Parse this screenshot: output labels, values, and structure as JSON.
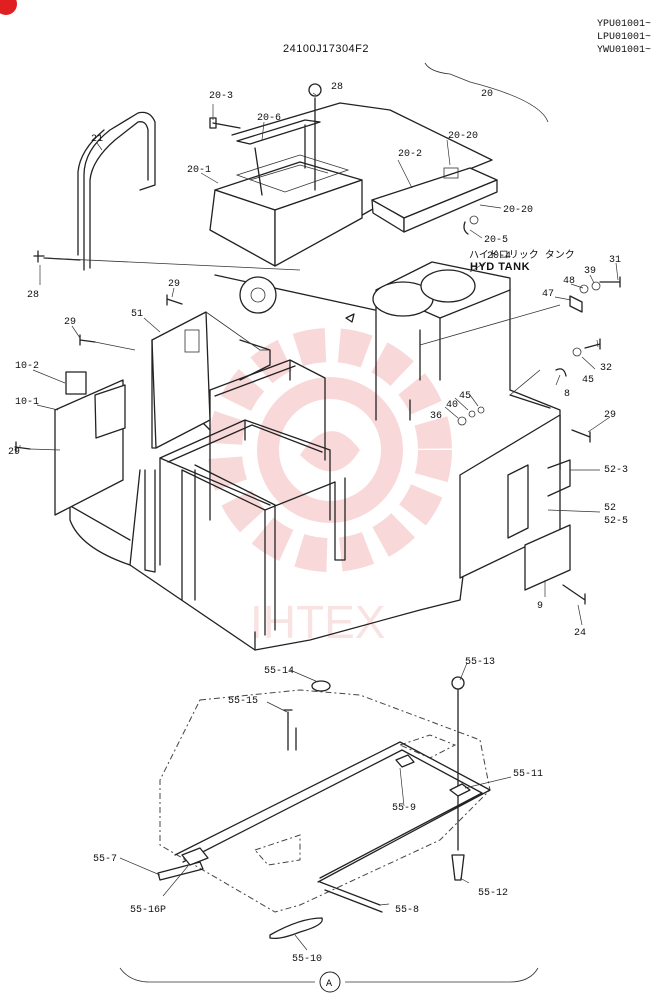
{
  "header": {
    "serials": [
      "YPU01001~",
      "LPU01001~",
      "YWU01001~"
    ],
    "drawing_number": "24100J17304F2"
  },
  "tank_note": {
    "japanese": "ハイドロリック タンク",
    "english": "HYD TANK"
  },
  "watermark": {
    "text": "IHTEX",
    "color": "#e05050"
  },
  "corner_mark_color": "#e02020",
  "labels": {
    "p20": "20",
    "p20_1": "20-1",
    "p20_2": "20-2",
    "p20_3": "20-3",
    "p20_4": "20-4",
    "p20_5": "20-5",
    "p20_6": "20-6",
    "p20_20a": "20-20",
    "p20_20b": "20-20",
    "p21": "21",
    "p24": "24",
    "p28a": "28",
    "p28b": "28",
    "p29a": "29",
    "p29b": "29",
    "p29c": "29",
    "p29d": "29",
    "p31": "31",
    "p32": "32",
    "p36": "36",
    "p39": "39",
    "p40": "40",
    "p45a": "45",
    "p45b": "45",
    "p47": "47",
    "p48": "48",
    "p8": "8",
    "p9": "9",
    "p51": "51",
    "p52": "52",
    "p52_3": "52-3",
    "p52_5": "52-5",
    "p10_2": "10-2",
    "p10_1": "10-1",
    "p55_7": "55-7",
    "p55_8": "55-8",
    "p55_9": "55-9",
    "p55_10": "55-10",
    "p55_11": "55-11",
    "p55_12": "55-12",
    "p55_13": "55-13",
    "p55_14": "55-14",
    "p55_15": "55-15",
    "p55_16p": "55-16P"
  },
  "section_marker": "A"
}
